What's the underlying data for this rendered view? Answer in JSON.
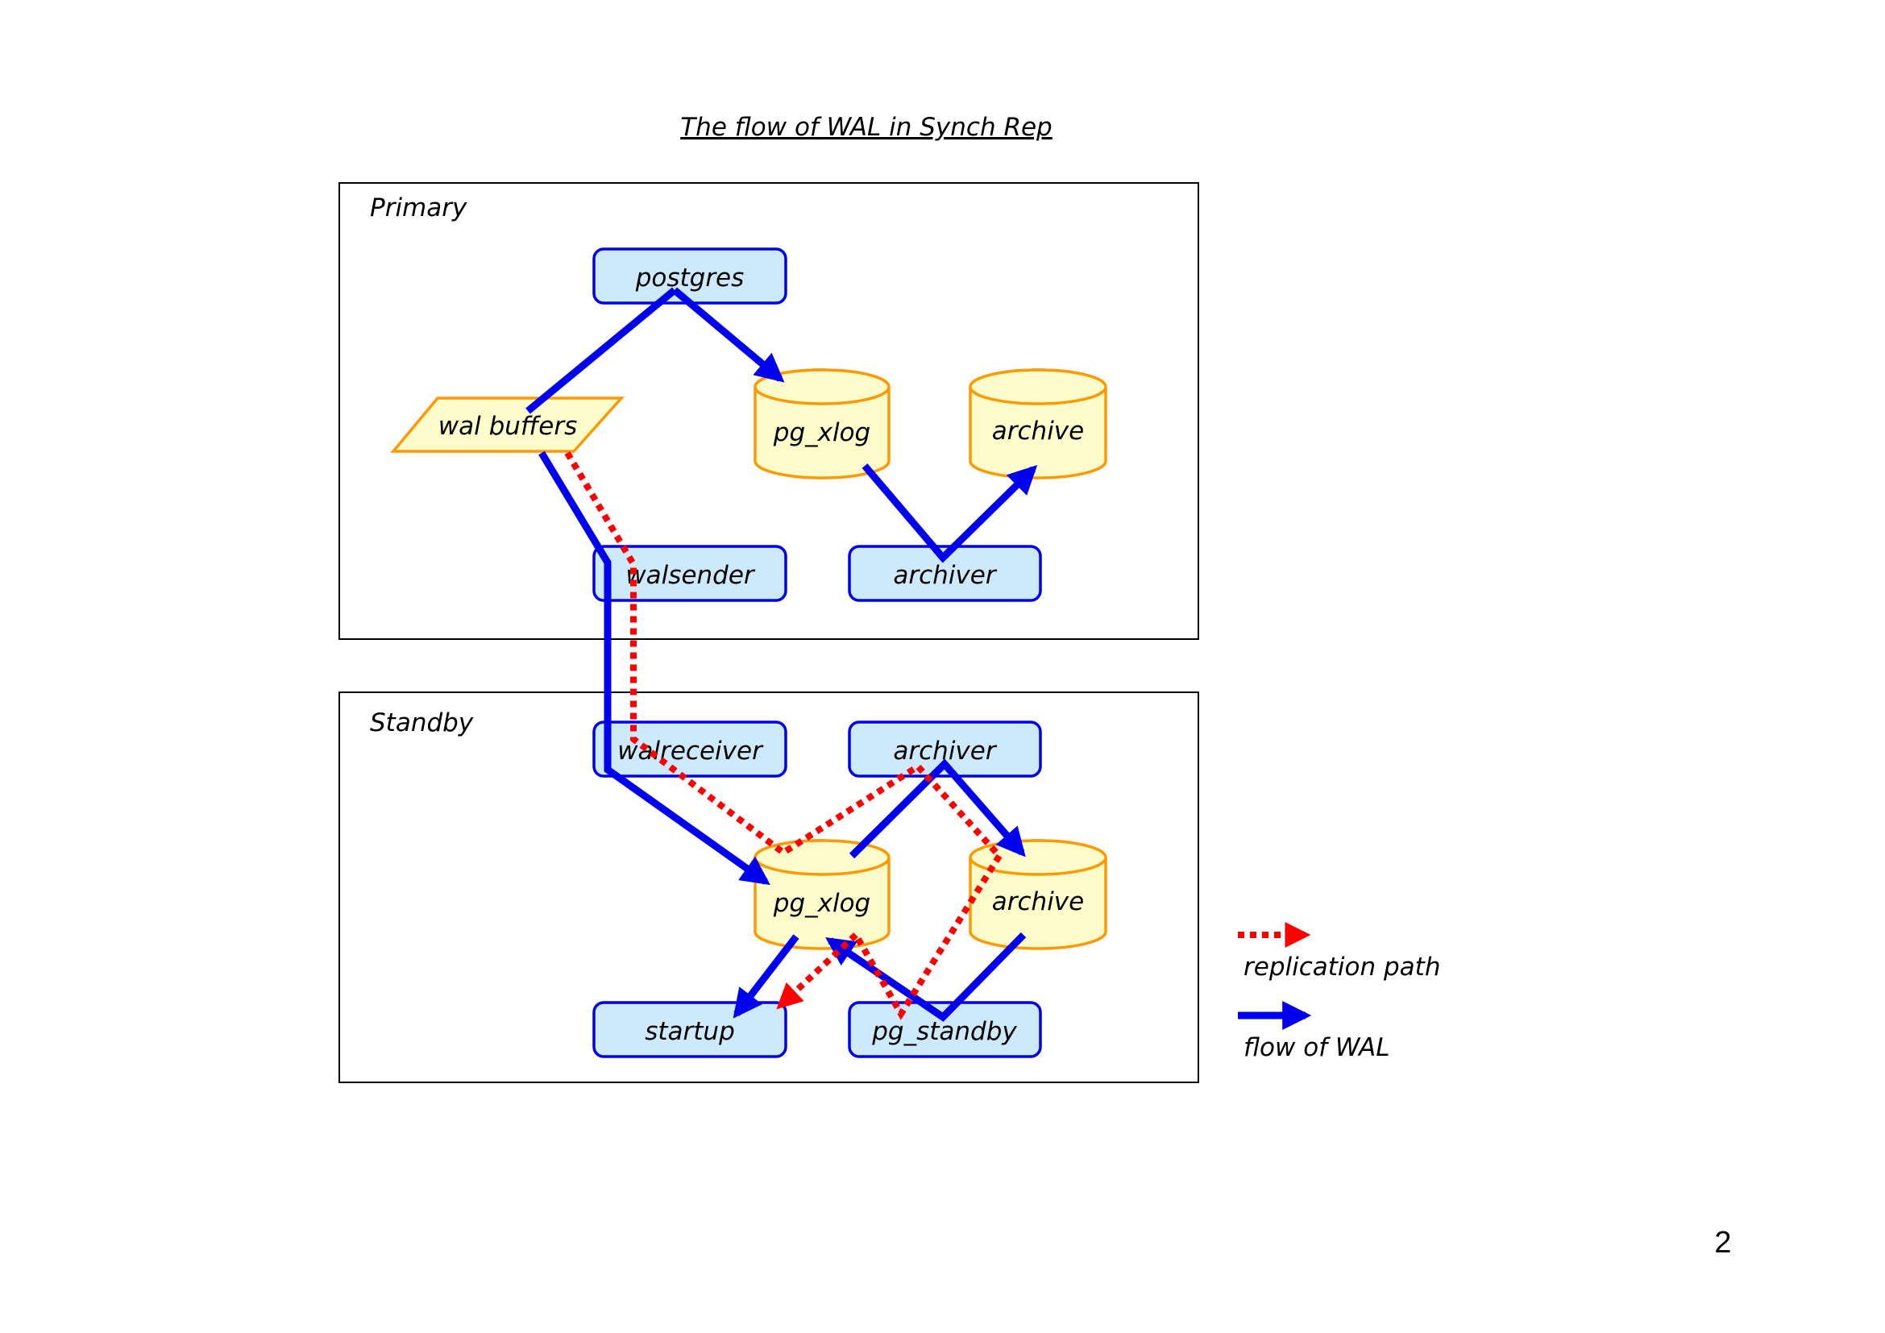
{
  "title": "The flow of WAL in Synch Rep",
  "page_number": "2",
  "colors": {
    "process_fill": "#cdeafc",
    "process_border": "#0000ee",
    "storage_fill": "#fffccc",
    "storage_border": "#ff9900",
    "wal_flow": "#0000ee",
    "replication_path": "#ff0000"
  },
  "primary": {
    "label": "Primary",
    "nodes": {
      "postgres": "postgres",
      "wal_buffers": "wal buffers",
      "pg_xlog": "pg_xlog",
      "archive": "archive",
      "walsender": "walsender",
      "archiver": "archiver"
    }
  },
  "standby": {
    "label": "Standby",
    "nodes": {
      "walreceiver": "walreceiver",
      "archiver": "archiver",
      "pg_xlog": "pg_xlog",
      "archive": "archive",
      "startup": "startup",
      "pg_standby": "pg_standby"
    }
  },
  "legend": {
    "replication": "replication path",
    "wal": "flow of WAL"
  },
  "edges": [
    {
      "from": "postgres",
      "to": "wal buffers",
      "type": "flow of WAL"
    },
    {
      "from": "postgres",
      "to": "pg_xlog (primary)",
      "type": "flow of WAL"
    },
    {
      "from": "pg_xlog (primary)",
      "to": "archive (primary)",
      "via": "archiver",
      "type": "flow of WAL"
    },
    {
      "from": "wal buffers",
      "to": "pg_xlog (standby)",
      "via": "walsender, walreceiver",
      "type": "flow of WAL"
    },
    {
      "from": "wal buffers",
      "to": "pg_xlog (standby)",
      "via": "walsender, walreceiver",
      "type": "replication path"
    },
    {
      "from": "pg_xlog (standby)",
      "to": "archive (standby)",
      "via": "archiver",
      "type": "flow of WAL"
    },
    {
      "from": "pg_xlog (standby)",
      "to": "archive (standby)",
      "via": "archiver",
      "type": "replication path"
    },
    {
      "from": "pg_xlog (standby)",
      "to": "startup",
      "type": "flow of WAL"
    },
    {
      "from": "archive (standby)",
      "to": "pg_xlog (standby)",
      "via": "pg_standby",
      "type": "flow of WAL"
    },
    {
      "from": "archive (standby)",
      "to": "startup",
      "via": "pg_standby",
      "type": "replication path"
    }
  ]
}
